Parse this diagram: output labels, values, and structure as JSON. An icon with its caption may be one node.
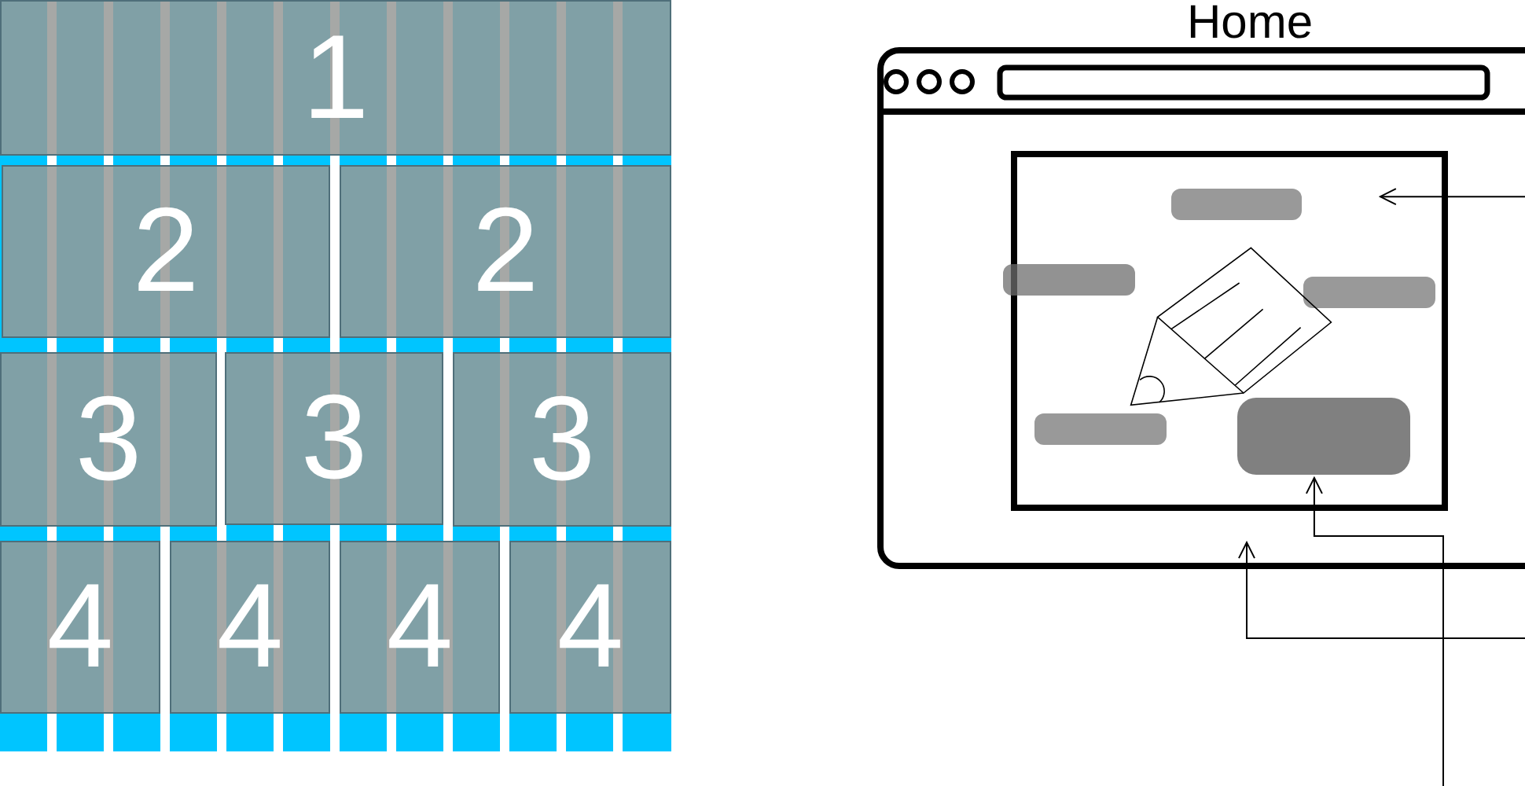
{
  "diagram": {
    "nodes": [
      {
        "text": [
          "1"
        ]
      },
      {
        "text": [
          "2"
        ]
      },
      {
        "text": [
          "2"
        ]
      },
      {
        "text": [
          "3"
        ]
      },
      {
        "text": [
          "3"
        ]
      },
      {
        "text": [
          "3"
        ]
      },
      {
        "text": [
          "4"
        ]
      },
      {
        "text": [
          "4"
        ]
      },
      {
        "text": [
          "4"
        ]
      },
      {
        "text": [
          "4"
        ]
      },
      {
        "text": [
          "Home"
        ]
      },
      {
        "text": [],
        "shape": "box",
        "in": 10
      },
      {
        "text": [],
        "shape": "box",
        "in": 11
      }
    ],
    "edges": [
      {
        "from": null,
        "to": 11,
        "arrow": "to"
      },
      {
        "from": null,
        "to": 12,
        "arrow": "to"
      },
      {
        "from": null,
        "to": 10,
        "arrow": "to"
      }
    ]
  }
}
